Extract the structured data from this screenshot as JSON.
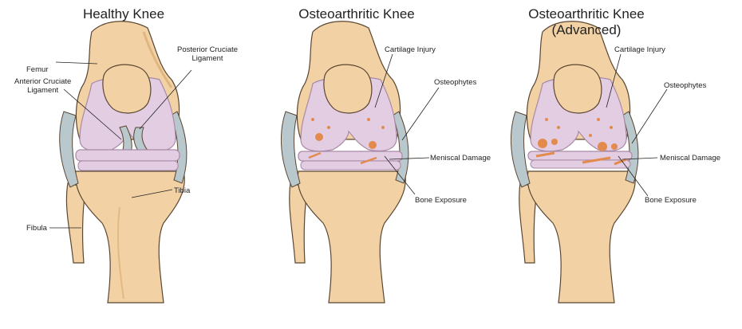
{
  "colors": {
    "bone": "#f2d2a4",
    "bone_shadow": "#d9aa70",
    "cartilage": "#e2cde3",
    "cartilage_edge": "#a98aa6",
    "ligament": "#b8c8cc",
    "damage": "#e38a4d",
    "outline": "#5a4632"
  },
  "panels": [
    {
      "title_lines": [
        "Healthy Knee"
      ],
      "labels": {
        "femur": "Femur",
        "pcl_lines": [
          "Posterior  Cruciate",
          "Ligament"
        ],
        "acl_lines": [
          "Anterior Cruciate",
          "Ligament"
        ],
        "tibia": "Tibia",
        "fibula": "Fibula"
      }
    },
    {
      "title_lines": [
        "Osteoarthritic Knee"
      ],
      "labels": {
        "cartilage_injury": "Cartilage Injury",
        "osteophytes": "Osteophytes",
        "meniscal_damage": "Meniscal Damage",
        "bone_exposure": "Bone Exposure"
      }
    },
    {
      "title_lines": [
        "Osteoarthritic Knee",
        "(Advanced)"
      ],
      "labels": {
        "cartilage_injury": "Cartilage Injury",
        "osteophytes": "Osteophytes",
        "meniscal_damage": "Meniscal Damage",
        "bone_exposure": "Bone Exposure"
      }
    }
  ]
}
